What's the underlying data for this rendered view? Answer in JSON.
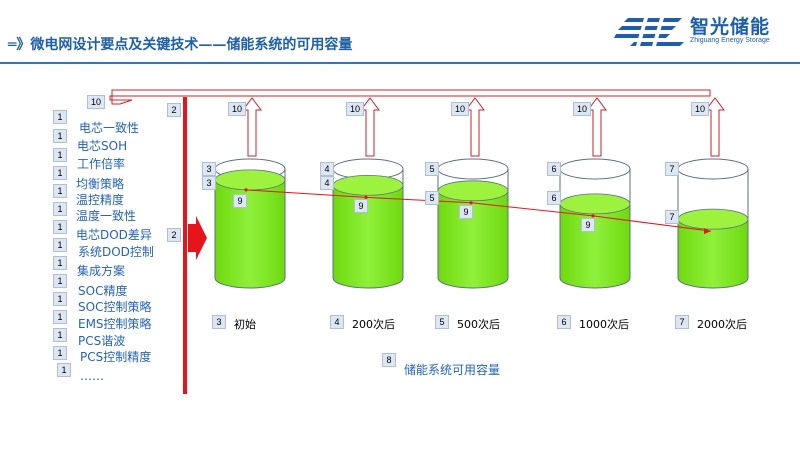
{
  "header": {
    "title_prefix": "═》微电网设计要点及关键技术——",
    "title_suffix": "储能系统的可用容量",
    "logo_cn": "智光储能",
    "logo_en": "Zhiguang Energy Storage"
  },
  "factors": [
    {
      "tag": "1",
      "label": "电芯一致性"
    },
    {
      "tag": "1",
      "label": "电芯SOH"
    },
    {
      "tag": "1",
      "label": "工作倍率"
    },
    {
      "tag": "1",
      "label": "均衡策略"
    },
    {
      "tag": "1",
      "label": "温控精度"
    },
    {
      "tag": "1",
      "label": "温度一致性"
    },
    {
      "tag": "1",
      "label": "电芯DOD差异"
    },
    {
      "tag": "1",
      "label": "系统DOD控制"
    },
    {
      "tag": "1",
      "label": "集成方案"
    },
    {
      "tag": "1",
      "label": "SOC精度"
    },
    {
      "tag": "1",
      "label": "SOC控制策略"
    },
    {
      "tag": "1",
      "label": "EMS控制策略"
    },
    {
      "tag": "1",
      "label": "PCS谐波"
    },
    {
      "tag": "1",
      "label": "PCS控制精度"
    },
    {
      "tag": "1",
      "label": "……"
    }
  ],
  "labels": {
    "top_bar_tag": "10",
    "barrier_tag_top": "2",
    "barrier_tag_mid": "2",
    "trend_tag": "9",
    "arrow_tag": "10",
    "footer_tag": "8",
    "footer_text": "储能系统可用容量"
  },
  "cylinders": [
    {
      "tag": "3",
      "caption": "初始",
      "fill": 0.9,
      "trend": true
    },
    {
      "tag": "4",
      "caption": "200次后",
      "fill": 0.85,
      "trend": true
    },
    {
      "tag": "5",
      "caption": "500次后",
      "fill": 0.8,
      "trend": true
    },
    {
      "tag": "6",
      "caption": "1000次后",
      "fill": 0.68,
      "trend": true
    },
    {
      "tag": "7",
      "caption": "2000次后",
      "fill": 0.54,
      "trend": false
    }
  ],
  "colors": {
    "liquid": "#7de619",
    "liquid_top": "#9cf23c",
    "barrier": "#e8141c",
    "trend_line": "#e8141c",
    "title": "#1f5fa8",
    "factor_text": "#2563b8"
  }
}
